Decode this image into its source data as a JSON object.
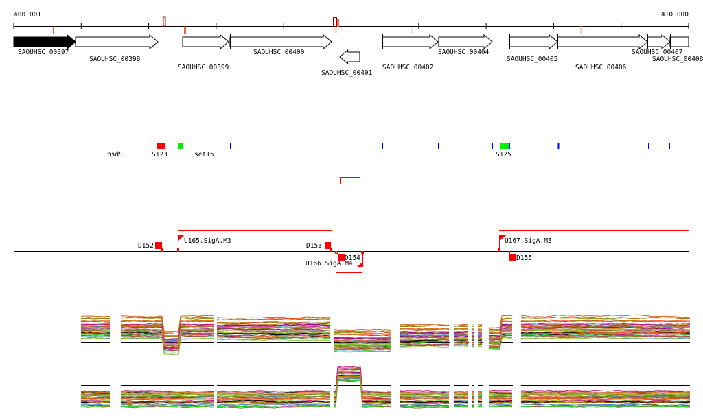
{
  "ruler": {
    "start_label": "400 001",
    "end_label": "410 000"
  },
  "genes": [
    {
      "label": "SAOUHSC_00397",
      "strand": "+",
      "selected": true
    },
    {
      "label": "SAOUHSC_00398",
      "strand": "+"
    },
    {
      "label": "SAOUHSC_00399",
      "strand": "+"
    },
    {
      "label": "SAOUHSC_00400",
      "strand": "+"
    },
    {
      "label": "SAOUHSC_00401",
      "strand": "-"
    },
    {
      "label": "SAOUHSC_00402",
      "strand": "+"
    },
    {
      "label": "SAOUHSC_00404",
      "strand": "+"
    },
    {
      "label": "SAOUHSC_00405",
      "strand": "+"
    },
    {
      "label": "SAOUHSC_00406",
      "strand": "+"
    },
    {
      "label": "SAOUHSC_00407",
      "strand": "+"
    },
    {
      "label": "SAOUHSC_00408",
      "strand": "+"
    }
  ],
  "features": {
    "labels": [
      "hsdS",
      "S123",
      "set15",
      "S125"
    ]
  },
  "transcription": {
    "labels": [
      "D152",
      "U165.SigA.M3",
      "D153",
      "D154",
      "U166.SigA.M4",
      "U167.SigA.M3",
      "D155"
    ]
  },
  "colors": {
    "feature_outline": "#0000ff",
    "marker_red": "#ff0000",
    "marker_green": "#00ee00",
    "ref_line": "#000000"
  }
}
